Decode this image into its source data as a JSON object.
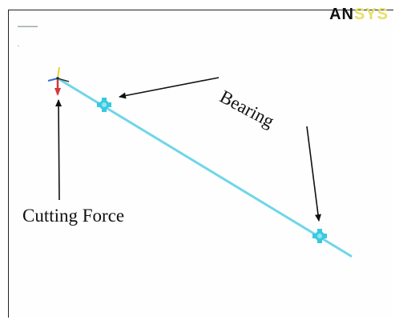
{
  "logo": {
    "text": "AN",
    "suffix": "SYS"
  },
  "annotations": {
    "bearing": "Bearing",
    "cutting_force": "Cutting Force"
  },
  "colors": {
    "shaft": "#6fd6e8",
    "bearing_marker": "#39c9df",
    "force_arrow": "#d03a3a",
    "triad_x": "#d03a3a",
    "triad_y": "#e6d23c",
    "triad_z": "#2f72d8",
    "annotation_arrow": "#111111"
  },
  "icons": [
    "bearing-support-icon",
    "force-arrow-icon",
    "coordinate-triad-icon"
  ]
}
